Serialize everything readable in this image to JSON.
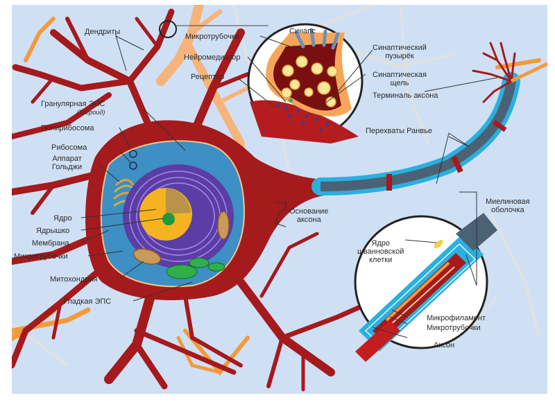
{
  "title": "Строение нейрона",
  "colors": {
    "background": "#cfe0f5",
    "neuron_body": "#a51a1c",
    "background_neuron": "#f6a65a",
    "cytoplasm": "#3d8fc4",
    "nucleus": "#f5b41f",
    "nucleolus": "#1d9a3d",
    "rough_er": "#5b3da6",
    "myelin": "#2ab0de",
    "axon_core": "#4b6275",
    "synapse_fill": "#7a0f0f",
    "vesicle": "#f7e79a"
  },
  "labels": {
    "dendrites": "Дендриты",
    "microtubules_top": "Микротрубочки",
    "neurotransmitter": "Нейромедиатор",
    "receptor": "Рецептор",
    "synapse": "Синапс",
    "synaptic_vesicle": [
      "Синаптический",
      "пузырёк"
    ],
    "synaptic_cleft": [
      "Синаптическая",
      "щель"
    ],
    "axon_terminal": "Терминаль аксона",
    "rough_er": "Гранулярная ЭПС",
    "rough_er_sub": "(Тигроид)",
    "polyribosome": "Полирибосома",
    "ribosome": "Рибосома",
    "golgi": [
      "Аппарат",
      "Гольджи"
    ],
    "nucleus": "Ядро",
    "nucleolus": "Ядрышко",
    "membrane": "Мембрана",
    "microtubules_left": "Микротрубочки",
    "mitochondrion": "Митохондрия",
    "smooth_er": "Гладкая ЭПС",
    "axon_hillock": [
      "Основание",
      "аксона"
    ],
    "nodes_of_ranvier": "Перехваты Ранвье",
    "myelin_sheath": [
      "Миелиновая",
      "оболочка"
    ],
    "schwann_nucleus": [
      "Ядро",
      "шванновской",
      "клетки"
    ],
    "microfilament": "Микрофиламент",
    "microtubules_inset": "Микротрубочки",
    "axon": "Аксон"
  }
}
